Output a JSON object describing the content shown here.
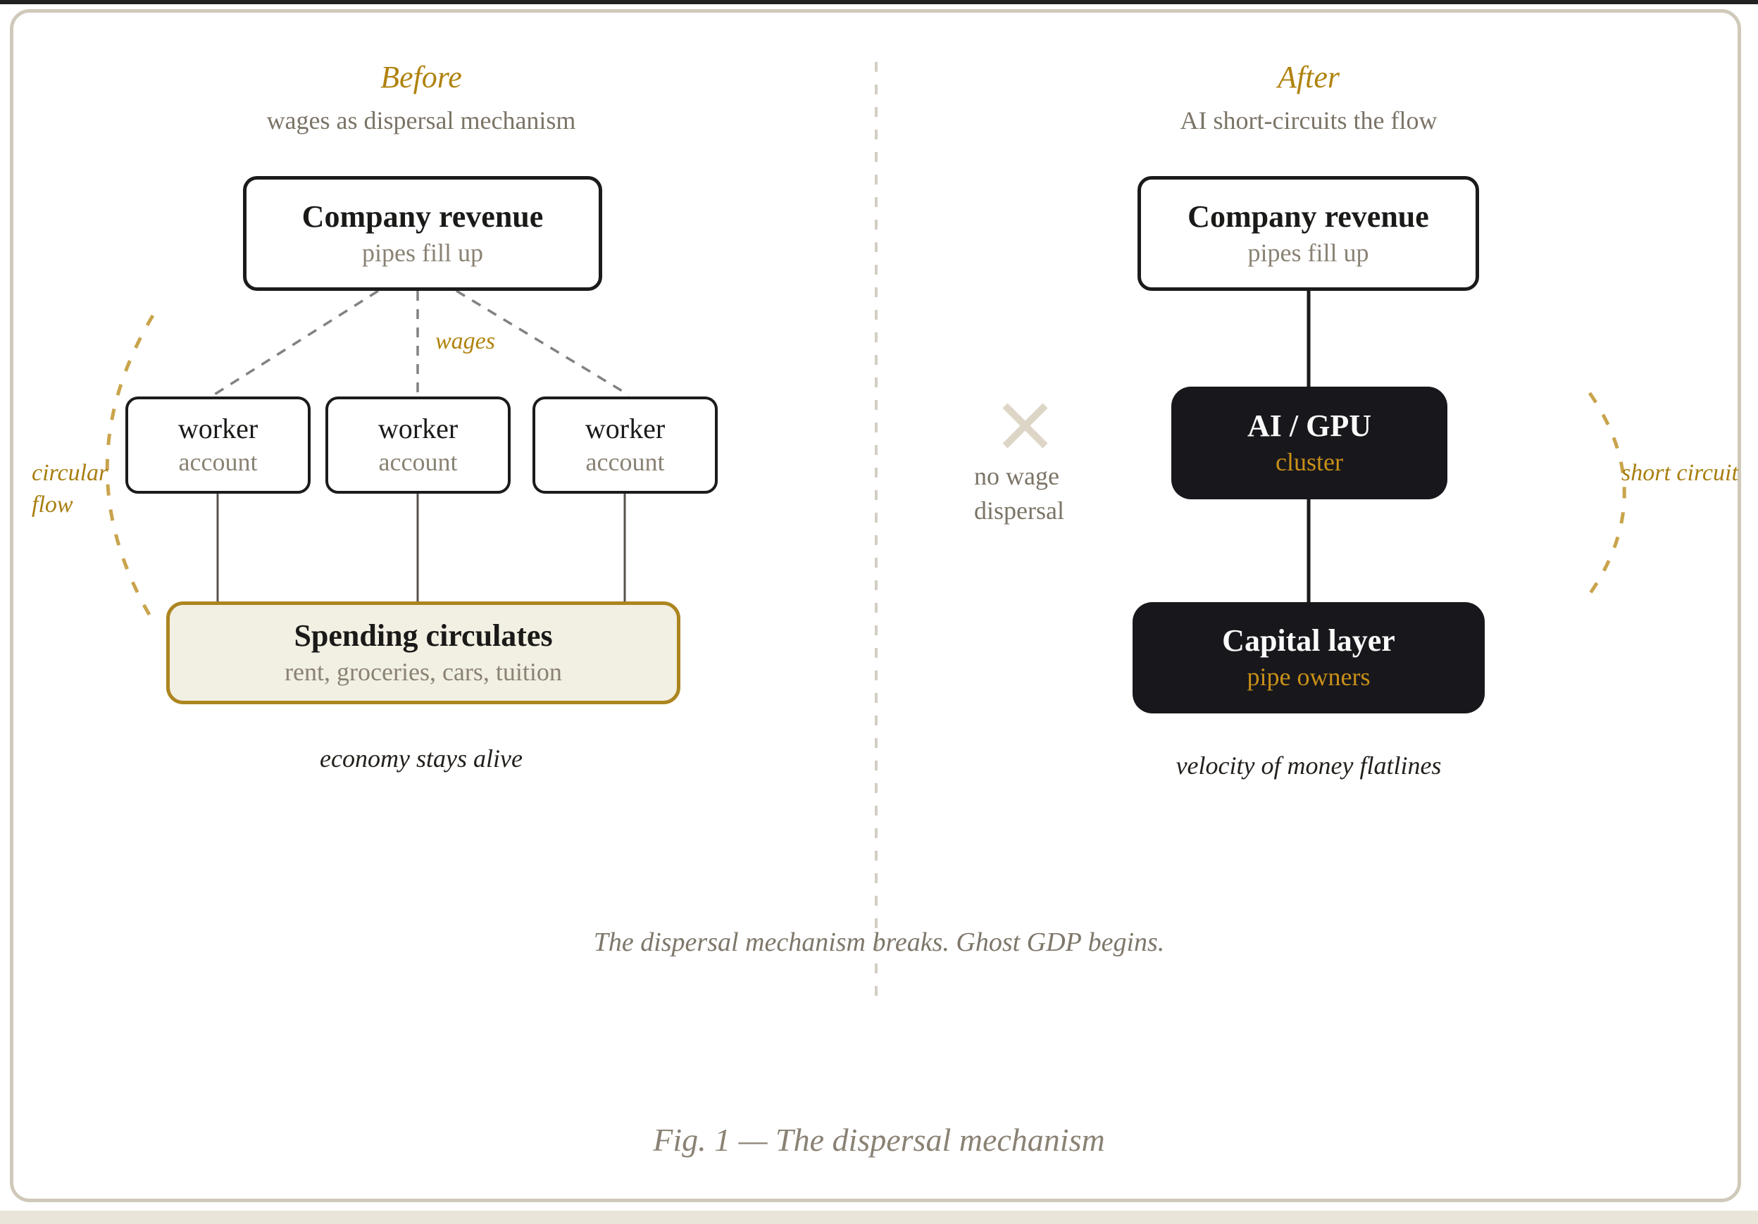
{
  "figure": {
    "center_note": "The dispersal mechanism breaks. Ghost GDP begins.",
    "caption": "Fig. 1 — The dispersal mechanism"
  },
  "colors": {
    "accent_gold": "#b0830e",
    "arc_gold": "#c9a44c",
    "dark_box": "#18171c",
    "gold_on_dark": "#c89018",
    "muted_text": "#8a8274",
    "card_border": "#cfc9ba",
    "blocked_x": "#ddd6c7"
  },
  "before": {
    "title": "Before",
    "subtitle": "wages as dispersal mechanism",
    "revenue": {
      "title": "Company revenue",
      "subtitle": "pipes fill up"
    },
    "wages_label": "wages",
    "workers": [
      {
        "title": "worker",
        "subtitle": "account"
      },
      {
        "title": "worker",
        "subtitle": "account"
      },
      {
        "title": "worker",
        "subtitle": "account"
      }
    ],
    "spending": {
      "title": "Spending circulates",
      "subtitle": "rent, groceries, cars, tuition"
    },
    "caption": "economy stays alive",
    "arc_label": "circular flow"
  },
  "after": {
    "title": "After",
    "subtitle": "AI short-circuits the flow",
    "revenue": {
      "title": "Company revenue",
      "subtitle": "pipes fill up"
    },
    "blocked_label": "no wage dispersal",
    "gpu": {
      "title": "AI / GPU",
      "subtitle": "cluster"
    },
    "capital": {
      "title": "Capital layer",
      "subtitle": "pipe owners"
    },
    "caption": "velocity of money flatlines",
    "arc_label": "short circuit"
  }
}
